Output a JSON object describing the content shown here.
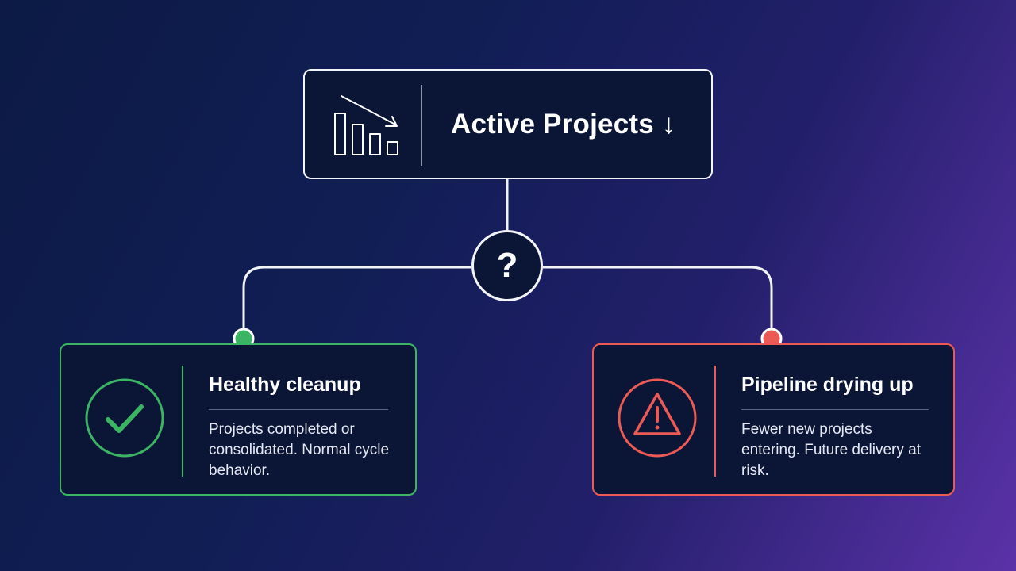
{
  "root": {
    "title": "Active Projects ↓",
    "icon": "declining-bar-chart-icon"
  },
  "decision": {
    "symbol": "?"
  },
  "outcomes": [
    {
      "title": "Healthy cleanup",
      "description": "Projects completed or consolidated. Normal cycle behavior.",
      "icon": "checkmark-circle-icon",
      "color": "#3bb463"
    },
    {
      "title": "Pipeline drying up",
      "description": "Fewer new projects entering. Future delivery at risk.",
      "icon": "warning-triangle-icon",
      "color": "#ec5a55"
    }
  ],
  "colors": {
    "background_start": "#0c1a45",
    "background_end": "#5b32a8",
    "node_fill": "#0b1636",
    "connector": "#f2f4f8"
  }
}
